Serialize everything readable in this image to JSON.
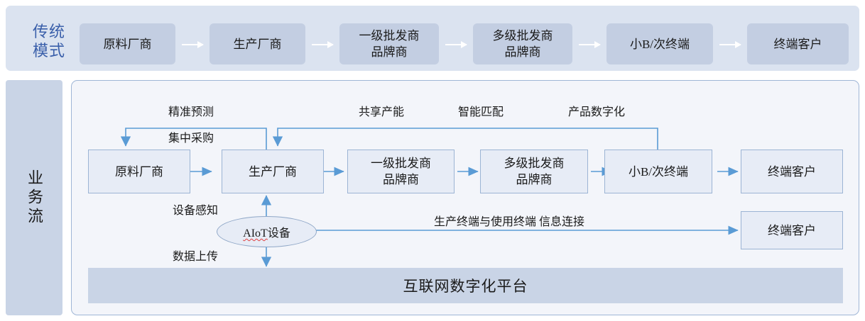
{
  "colors": {
    "panel_top_bg": "#dbe3f0",
    "top_box_bg": "#c3cee2",
    "legend_text": "#3a5faa",
    "side_legend_bg": "#c9d4e6",
    "flow_panel_bg": "#f3f5fa",
    "flow_box_bg": "#e7ecf6",
    "flow_box_border": "#9cb4d4",
    "arrow_blue": "#4a8fd0",
    "arrow_white": "#ffffff",
    "platform_bg": "#c9d4e6",
    "spellcheck_underline": "#e04040"
  },
  "traditional": {
    "legend_line1": "传统",
    "legend_line2": "模式",
    "nodes": [
      {
        "label": "原料厂商"
      },
      {
        "label": "生产厂商"
      },
      {
        "label": "一级批发商\n品牌商",
        "line1": "一级批发商",
        "line2": "品牌商"
      },
      {
        "label": "多级批发商\n品牌商",
        "line1": "多级批发商",
        "line2": "品牌商"
      },
      {
        "label": "小B/次终端"
      },
      {
        "label": "终端客户"
      }
    ]
  },
  "business_flow": {
    "legend": "业务流",
    "nodes": [
      {
        "line1": "原料厂商",
        "line2": ""
      },
      {
        "line1": "生产厂商",
        "line2": ""
      },
      {
        "line1": "一级批发商",
        "line2": "品牌商"
      },
      {
        "line1": "多级批发商",
        "line2": "品牌商"
      },
      {
        "line1": "小B/次终端",
        "line2": ""
      },
      {
        "line1": "终端客户",
        "line2": ""
      }
    ],
    "device_node": {
      "text_spell": "AIoT",
      "text_rest": "设备"
    },
    "customer_node_2": "终端客户",
    "platform": "互联网数字化平台",
    "feedback_labels": [
      {
        "text": "精准预测"
      },
      {
        "text": "集中采购"
      },
      {
        "text": "共享产能"
      },
      {
        "text": "智能匹配"
      },
      {
        "text": "产品数字化"
      }
    ],
    "device_labels": [
      {
        "text": "设备感知"
      },
      {
        "text": "数据上传"
      }
    ],
    "connection_label": "生产终端与使用终端  信息连接"
  }
}
